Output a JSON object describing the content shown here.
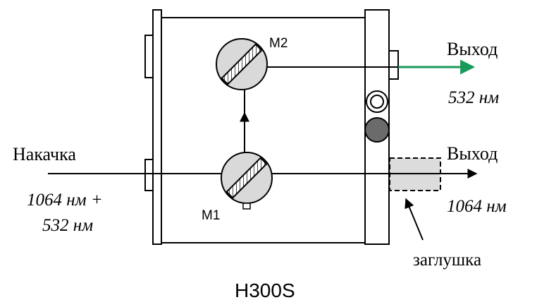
{
  "labels": {
    "mirror1": "M1",
    "mirror2": "M2",
    "pump_label": "Накачка",
    "pump_wavelength_line1": "1064 нм +",
    "pump_wavelength_line2": "532 нм",
    "output_green_label": "Выход",
    "output_green_wavelength": "532 нм",
    "output_ir_label": "Выход",
    "output_ir_wavelength": "1064 нм",
    "beam_dump_label": "заглушка",
    "model_name": "H300S"
  },
  "colors": {
    "green_beam": "#1a9a5a",
    "frame": "#000000",
    "mirror_disc": "#d9d9d9",
    "knob_dark": "#6b6b6b",
    "beam_dump_fill": "#dcdcdc"
  }
}
